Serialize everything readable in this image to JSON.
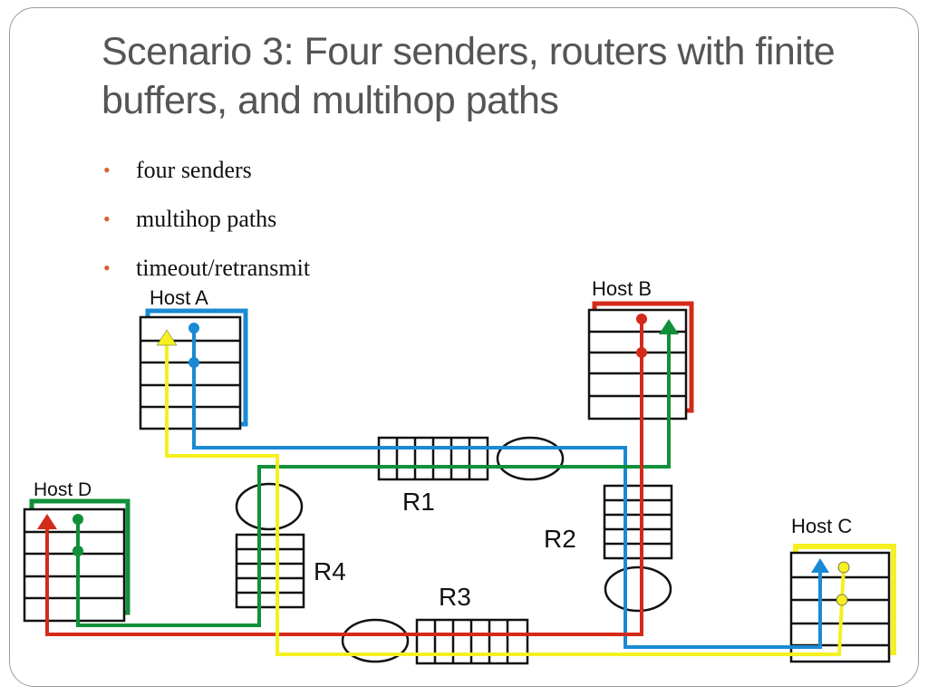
{
  "slide": {
    "title": "Scenario 3: Four senders, routers with finite buffers, and multihop paths",
    "bullets": [
      "four senders",
      "multihop paths",
      "timeout/retransmit"
    ]
  },
  "diagram": {
    "hosts": {
      "a": {
        "label": "Host A",
        "color": "#1a8ad4"
      },
      "b": {
        "label": "Host B",
        "color": "#d42a1a"
      },
      "c": {
        "label": "Host C",
        "color": "#f5f020"
      },
      "d": {
        "label": "Host D",
        "color": "#10903a"
      }
    },
    "routers": {
      "r1": "R1",
      "r2": "R2",
      "r3": "R3",
      "r4": "R4"
    },
    "path_colors": {
      "blue": "#1a8ad4",
      "red": "#d42a1a",
      "yellow": "#f5f020",
      "green": "#10903a"
    }
  }
}
